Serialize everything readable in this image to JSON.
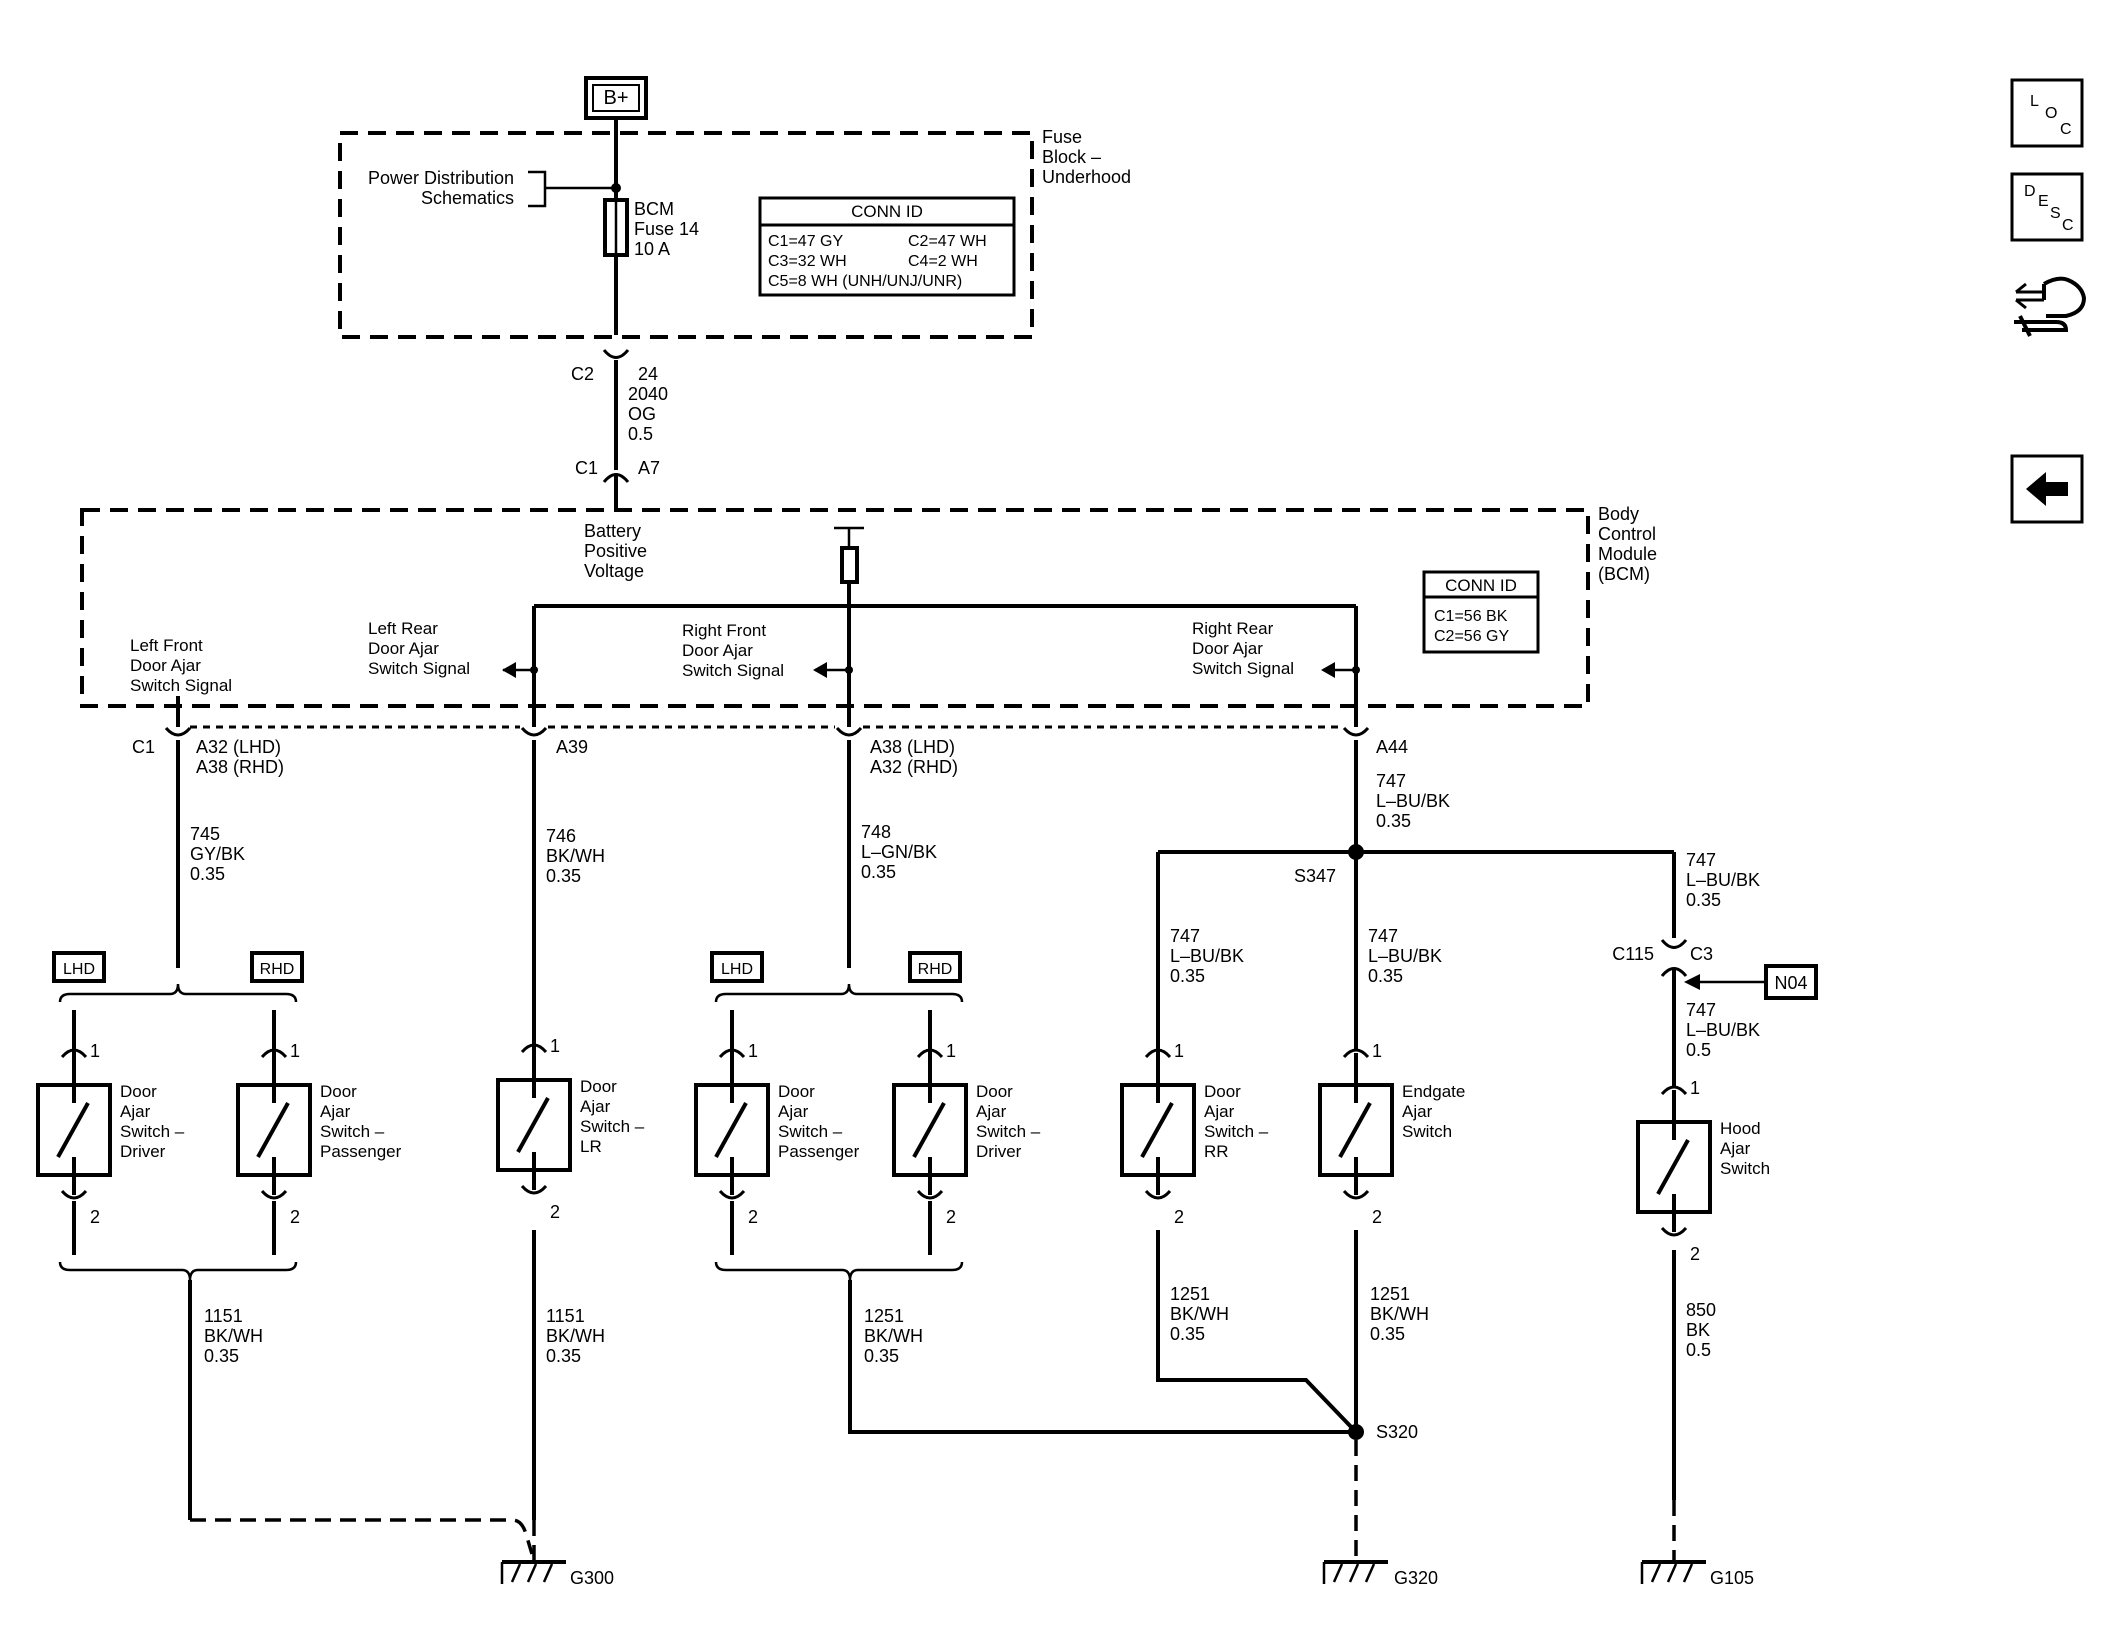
{
  "supply": {
    "label": "B+"
  },
  "fuse_block": {
    "name": [
      "Fuse",
      "Block –",
      "Underhood"
    ],
    "power_dist": [
      "Power Distribution",
      "Schematics"
    ],
    "fuse": [
      "BCM",
      "Fuse 14",
      "10 A"
    ],
    "conn_id": {
      "title": "CONN ID",
      "rows": [
        [
          "C1=47 GY",
          "C2=47 WH"
        ],
        [
          "C3=32 WH",
          "C4=2 WH"
        ],
        [
          "C5=8 WH (UNH/UNJ/UNR)",
          ""
        ]
      ]
    }
  },
  "feed": {
    "top_conn": "C2",
    "top_pin": "24",
    "wire": [
      "2040",
      "OG",
      "0.5"
    ],
    "bot_conn": "C1",
    "bot_pin": "A7"
  },
  "bcm": {
    "name": [
      "Body",
      "Control",
      "Module",
      "(BCM)"
    ],
    "battery": [
      "Battery",
      "Positive",
      "Voltage"
    ],
    "conn_id": {
      "title": "CONN ID",
      "rows": [
        "C1=56 BK",
        "C2=56 GY"
      ]
    },
    "signals": {
      "lf": [
        "Left Front",
        "Door Ajar",
        "Switch Signal"
      ],
      "lr": [
        "Left Rear",
        "Door Ajar",
        "Switch Signal"
      ],
      "rf": [
        "Right Front",
        "Door Ajar",
        "Switch Signal"
      ],
      "rr": [
        "Right Rear",
        "Door Ajar",
        "Switch Signal"
      ]
    }
  },
  "pins": {
    "c1": "C1",
    "lf": [
      "A32 (LHD)",
      "A38 (RHD)"
    ],
    "lr": "A39",
    "rf": [
      "A38 (LHD)",
      "A32 (RHD)"
    ],
    "rr": "A44"
  },
  "wires": {
    "w745": [
      "745",
      "GY/BK",
      "0.35"
    ],
    "w746": [
      "746",
      "BK/WH",
      "0.35"
    ],
    "w748": [
      "748",
      "L–GN/BK",
      "0.35"
    ],
    "w747_main": [
      "747",
      "L–BU/BK",
      "0.35"
    ],
    "w747_hood": [
      "747",
      "L–BU/BK",
      "0.35"
    ],
    "w747_rr": [
      "747",
      "L–BU/BK",
      "0.35"
    ],
    "w747_eg": [
      "747",
      "L–BU/BK",
      "0.35"
    ],
    "w747_c3": [
      "747",
      "L–BU/BK",
      "0.5"
    ],
    "w1151_a": [
      "1151",
      "BK/WH",
      "0.35"
    ],
    "w1151_b": [
      "1151",
      "BK/WH",
      "0.35"
    ],
    "w1251_a": [
      "1251",
      "BK/WH",
      "0.35"
    ],
    "w1251_b": [
      "1251",
      "BK/WH",
      "0.35"
    ],
    "w1251_c": [
      "1251",
      "BK/WH",
      "0.35"
    ],
    "w850": [
      "850",
      "BK",
      "0.5"
    ]
  },
  "options": {
    "lhd": "LHD",
    "rhd": "RHD"
  },
  "splices": {
    "s347": "S347",
    "s320": "S320"
  },
  "connectors": {
    "c115": "C115",
    "c3": "C3"
  },
  "ref_box": "N04",
  "switches": {
    "sw1": [
      "Door",
      "Ajar",
      "Switch –",
      "Driver"
    ],
    "sw2": [
      "Door",
      "Ajar",
      "Switch –",
      "Passenger"
    ],
    "sw3": [
      "Door",
      "Ajar",
      "Switch –",
      "LR"
    ],
    "sw4": [
      "Door",
      "Ajar",
      "Switch –",
      "Passenger"
    ],
    "sw5": [
      "Door",
      "Ajar",
      "Switch –",
      "Driver"
    ],
    "sw6": [
      "Door",
      "Ajar",
      "Switch –",
      "RR"
    ],
    "sw7": [
      "Endgate",
      "Ajar",
      "Switch"
    ],
    "sw8": [
      "Hood",
      "Ajar",
      "Switch"
    ]
  },
  "pin_nums": {
    "one": "1",
    "two": "2"
  },
  "grounds": {
    "g300": "G300",
    "g320": "G320",
    "g105": "G105"
  },
  "nav": {
    "loc": [
      "L",
      "O",
      "C"
    ],
    "desc": [
      "D",
      "E",
      "S",
      "C"
    ]
  }
}
